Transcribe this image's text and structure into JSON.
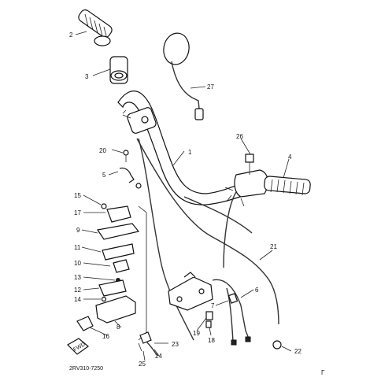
{
  "diagram": {
    "code": "2RV310-7250",
    "corner_mark": "Γ",
    "fwd_label": "FWD",
    "callouts": [
      "1",
      "2",
      "3",
      "4",
      "5",
      "6",
      "7",
      "8",
      "9",
      "10",
      "11",
      "12",
      "13",
      "14",
      "15",
      "16",
      "17",
      "18",
      "19",
      "20",
      "21",
      "22",
      "23",
      "24",
      "25",
      "26",
      "27"
    ]
  }
}
